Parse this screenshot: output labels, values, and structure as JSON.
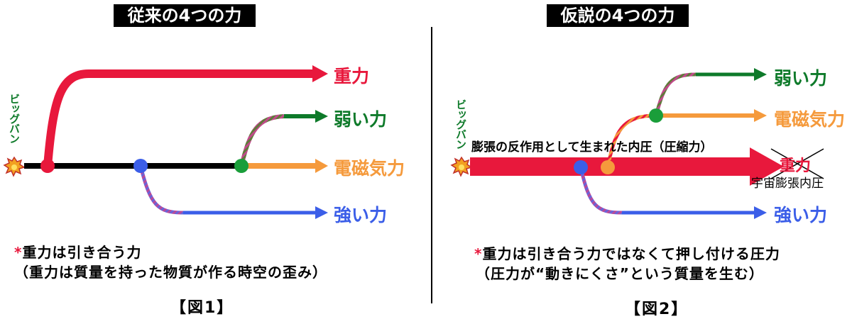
{
  "fig1": {
    "title": "従来の4つの力",
    "bigbang": "ビッグバン",
    "forces": {
      "gravity": "重力",
      "weak": "弱い力",
      "em": "電磁気力",
      "strong": "強い力"
    },
    "note_star": "*",
    "note_line1": "重力は引き合う力",
    "note_line2": "（重力は質量を持った物質が作る時空の歪み）",
    "caption": "【図1】"
  },
  "fig2": {
    "title": "仮説の4つの力",
    "bigbang": "ビッグバン",
    "arrow_label": "膨張の反作用として生まれた内圧（圧縮力）",
    "forces": {
      "weak": "弱い力",
      "em": "電磁気力",
      "gravity_struck": "重力",
      "gravity_new": "宇宙膨張内圧",
      "strong": "強い力"
    },
    "note_star": "*",
    "note_line1": "重力は引き合う力ではなくて押し付ける圧力",
    "note_line2": "（圧力が“動きにくさ”という質量を生む）",
    "caption": "【図2】"
  },
  "colors": {
    "gravity": "#e8183c",
    "weak": "#0e7a2a",
    "em": "#f59a3c",
    "strong": "#3b5ee8",
    "trunk": "#000000"
  }
}
